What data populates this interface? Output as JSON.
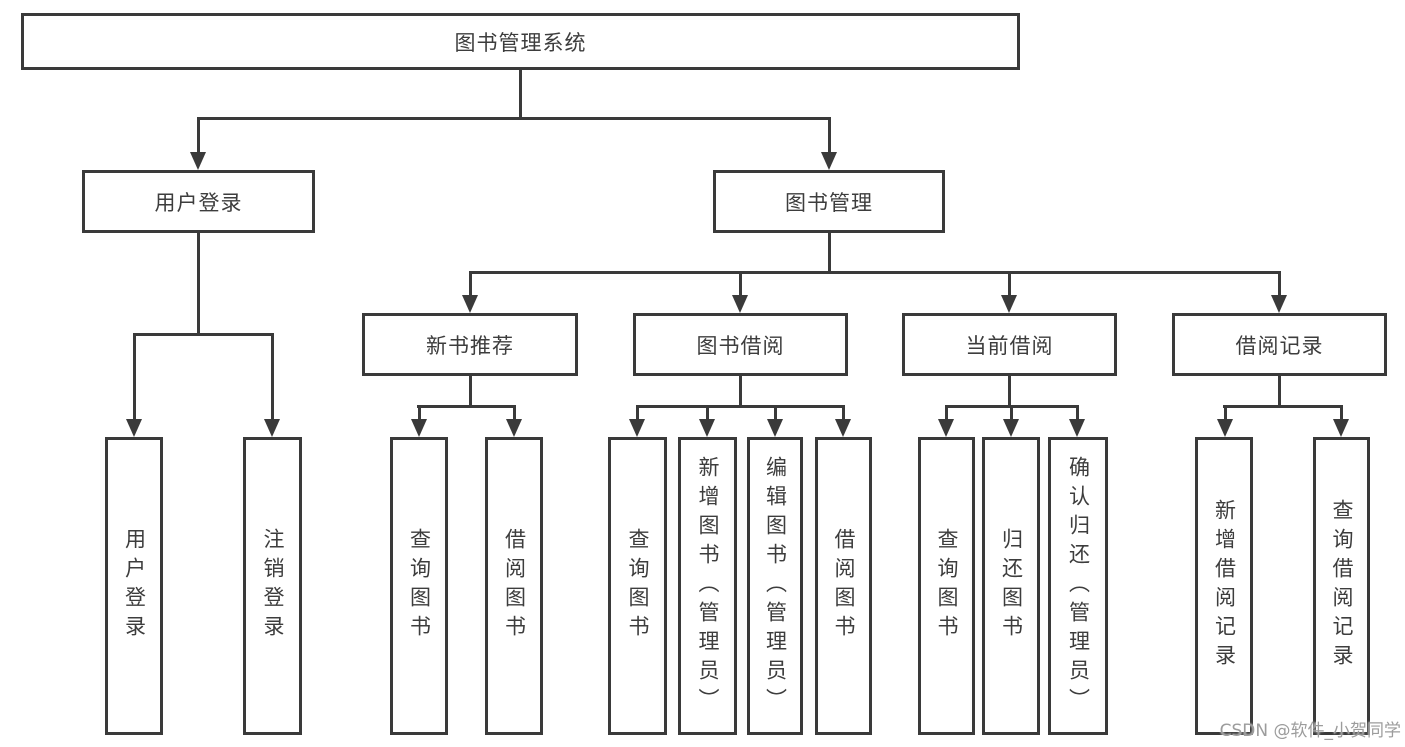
{
  "diagram_type": "tree",
  "colors": {
    "border": "#3a3a3a",
    "text": "#3d3d3d",
    "watermark": "#9c9c9c",
    "background": "#ffffff"
  },
  "tree": {
    "label": "图书管理系统",
    "children": [
      {
        "label": "用户登录",
        "children": [
          {
            "label": "用户登录"
          },
          {
            "label": "注销登录"
          }
        ]
      },
      {
        "label": "图书管理",
        "children": [
          {
            "label": "新书推荐",
            "children": [
              {
                "label": "查询图书"
              },
              {
                "label": "借阅图书"
              }
            ]
          },
          {
            "label": "图书借阅",
            "children": [
              {
                "label": "查询图书"
              },
              {
                "label": "新增图书（管理员）"
              },
              {
                "label": "编辑图书（管理员）"
              },
              {
                "label": "借阅图书"
              }
            ]
          },
          {
            "label": "当前借阅",
            "children": [
              {
                "label": "查询图书"
              },
              {
                "label": "归还图书"
              },
              {
                "label": "确认归还（管理员）"
              }
            ]
          },
          {
            "label": "借阅记录",
            "children": [
              {
                "label": "新增借阅记录"
              },
              {
                "label": "查询借阅记录"
              }
            ]
          }
        ]
      }
    ]
  },
  "watermark": {
    "text": "CSDN @软件_小贺同学"
  }
}
